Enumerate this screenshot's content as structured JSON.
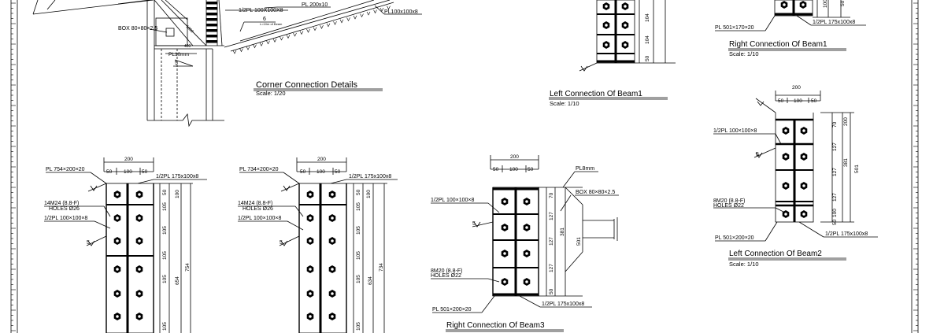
{
  "corner": {
    "title": "Corner Connection Details",
    "scale": "Scale: 1/20",
    "labels": {
      "half_pl_100x100x8": "1/2PL 100X100X8",
      "pl_200x10": "PL 200x10",
      "pl_100x100x8": "PL100x100x8",
      "box": "BOX 80×80×2.5",
      "pl_10mm": "PL10mm",
      "weld_6": "6",
      "weld_5": "5",
      "dim_400": "400",
      "dim_1000": "1000",
      "small_label": "L=10m of Beam"
    }
  },
  "left_beam1": {
    "title": "Left Connection Of Beam1",
    "scale": "Scale: 1/10",
    "dims": [
      "104",
      "104",
      "50"
    ]
  },
  "right_beam1": {
    "title": "Right Connection Of Beam1",
    "scale": "Scale: 1/10",
    "labels": {
      "pl": "PL 501×170×20",
      "half_pl": "1/2PL 175x100x8"
    },
    "dims": [
      "100",
      "50"
    ]
  },
  "left_beam2": {
    "title": "Left Connection Of Beam2",
    "scale": "Scale: 1/10",
    "top_dims": {
      "total": "200",
      "a": "50",
      "b": "100",
      "c": "50"
    },
    "labels": {
      "half_pl_100": "1/2PL 100×100×8",
      "bolts": "8M20 (8.8-F)",
      "holes": "HOLES Ø22",
      "pl": "PL 501×200×20",
      "half_pl_175": "1/2PL 175x100x8",
      "weld_5": "5"
    },
    "dims": [
      "70",
      "127",
      "127",
      "127",
      "100",
      "50",
      "381",
      "501",
      "200"
    ]
  },
  "beam_a": {
    "labels": {
      "pl": "PL 754×200×20",
      "half_pl_175": "1/2PL 175x100x8",
      "bolts": "14M24 (8.8-F)",
      "holes": "HOLES Ø26",
      "half_pl_100": "1/2PL 100×100×8",
      "weld_5": "5"
    },
    "top_dims": {
      "total": "200",
      "a": "50",
      "b": "100",
      "c": "50"
    },
    "dims": [
      "50",
      "100",
      "105",
      "105",
      "105",
      "105",
      "105",
      "654",
      "754"
    ]
  },
  "beam_b": {
    "labels": {
      "pl": "PL 734×200×20",
      "half_pl_175": "1/2PL 175x100x8",
      "bolts": "14M24 (8.8-F)",
      "holes": "HOLES Ø26",
      "half_pl_100": "1/2PL 100×100×8",
      "weld_5": "5"
    },
    "top_dims": {
      "total": "200",
      "a": "50",
      "b": "100",
      "c": "50"
    },
    "dims": [
      "50",
      "100",
      "105",
      "105",
      "105",
      "105",
      "105",
      "634",
      "734"
    ]
  },
  "right_beam3": {
    "title": "Right Connection Of Beam3",
    "labels": {
      "pl8": "PL8mm",
      "box": "BOX 80×80×2.5",
      "half_pl_100": "1/2PL 100×100×8",
      "weld_5": "5",
      "bolts": "8M20 (8.8-F)",
      "holes": "HOLES Ø22",
      "pl": "PL 501×200×20",
      "half_pl_175": "1/2PL 175x100x8"
    },
    "top_dims": {
      "total": "200",
      "a": "50",
      "b": "100",
      "c": "50"
    },
    "dims": [
      "70",
      "127",
      "127",
      "127",
      "50",
      "381",
      "501"
    ]
  }
}
